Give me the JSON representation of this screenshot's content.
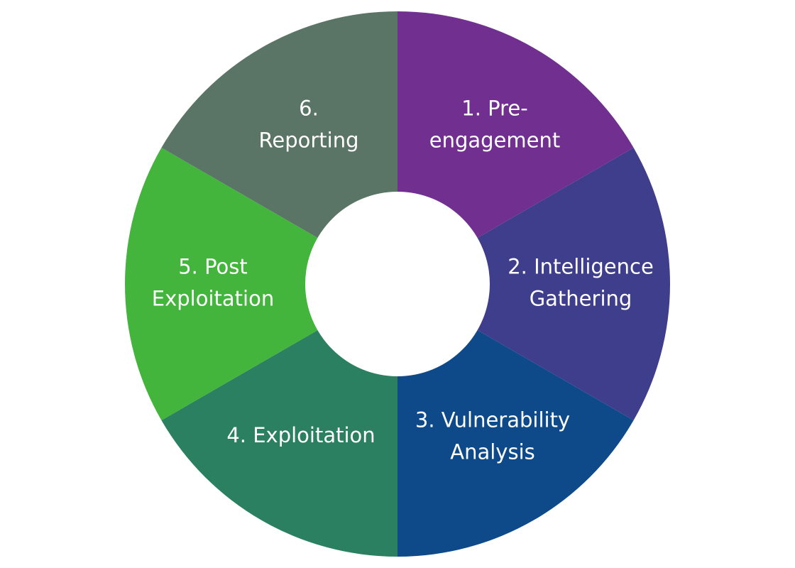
{
  "diagram": {
    "segments": [
      {
        "lines": [
          "1. Pre-",
          "engagement"
        ],
        "color": "#712f8f"
      },
      {
        "lines": [
          "2. Intelligence",
          "Gathering"
        ],
        "color": "#3f3e8c"
      },
      {
        "lines": [
          "3. Vulnerability",
          "Analysis"
        ],
        "color": "#0e4a89"
      },
      {
        "lines": [
          "4. Exploitation"
        ],
        "color": "#2a8061"
      },
      {
        "lines": [
          "5. Post",
          "Exploitation"
        ],
        "color": "#43b53d"
      },
      {
        "lines": [
          "6.",
          "Reporting"
        ],
        "color": "#5a7565"
      }
    ]
  }
}
